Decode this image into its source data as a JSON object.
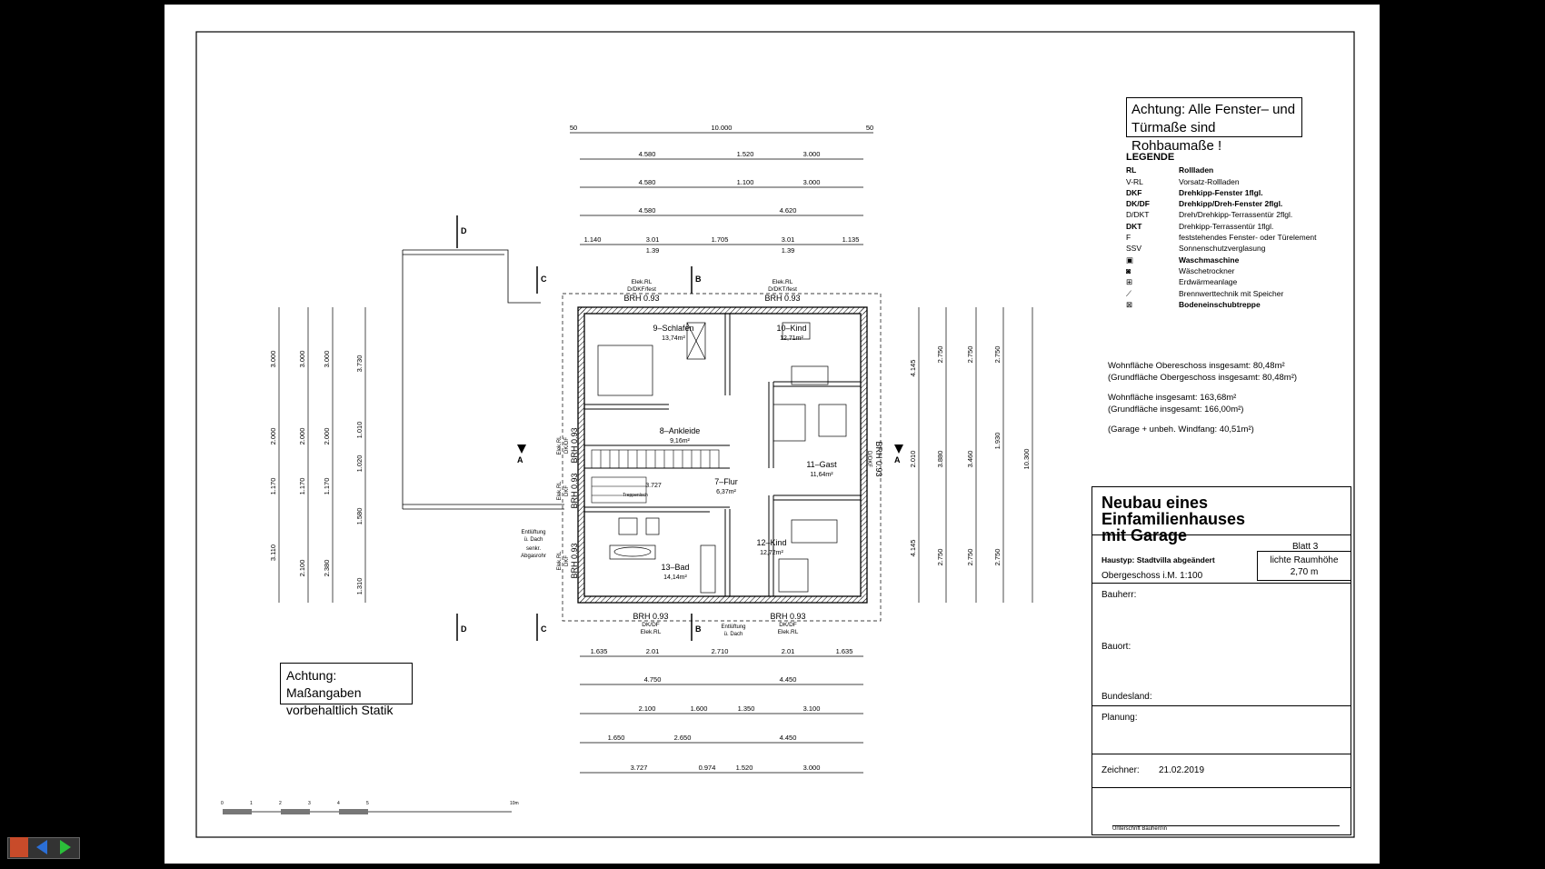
{
  "notes": {
    "top": [
      "Achtung:  Alle Fenster–  und",
      "Türmaße  sind  Rohbaumaße  !"
    ],
    "bottom": [
      "Achtung:  Maßangaben",
      "vorbehaltlich  Statik"
    ]
  },
  "legend": {
    "title": "LEGENDE",
    "items": [
      {
        "code": "RL",
        "text": "Rollladen",
        "bold": true
      },
      {
        "code": "V-RL",
        "text": "Vorsatz-Rollladen",
        "bold": false
      },
      {
        "code": "DKF",
        "text": "Drehkipp-Fenster 1flgl.",
        "bold": true
      },
      {
        "code": "DK/DF",
        "text": "Drehkipp/Dreh-Fenster 2flgl.",
        "bold": true
      },
      {
        "code": "D/DKT",
        "text": "Dreh/Drehkipp-Terrassentür 2flgl.",
        "bold": false
      },
      {
        "code": "DKT",
        "text": "Drehkipp-Terrassentür 1flgl.",
        "bold": false
      },
      {
        "code": "F",
        "text": "feststehendes Fenster- oder Türelement",
        "bold": false
      },
      {
        "code": "SSV",
        "text": "Sonnenschutzverglasung",
        "bold": false
      },
      {
        "code": "",
        "text": "Waschmaschine",
        "bold": true
      },
      {
        "code": "",
        "text": "Wäschetrockner",
        "bold": false
      },
      {
        "code": "",
        "text": "Erdwärmeanlage",
        "bold": false
      },
      {
        "code": "",
        "text": "Brennwerttechnik mit Speicher",
        "bold": false
      },
      {
        "code": "",
        "text": "Bodeneinschubtreppe",
        "bold": true
      }
    ]
  },
  "area": {
    "l1": "Wohnfläche Obereschoss insgesamt: 80,48m²",
    "l2": "(Grundfläche Obergeschoss insgesamt: 80,48m²)",
    "l3": "Wohnfläche insgesamt: 163,68m²",
    "l4": "(Grundfläche insgesamt: 166,00m²)",
    "l5": "(Garage + unbeh. Windfang: 40,51m²)"
  },
  "titleblock": {
    "title1": "Neubau eines Einfamilienhauses",
    "title2": "mit Garage",
    "sheet": "Blatt 3",
    "haustyp": "Haustyp: Stadtvilla abgeändert",
    "floor": "Obergeschoss i.M. 1:100",
    "room_height_label": "lichte Raumhöhe",
    "room_height_value": "2,70 m",
    "bauherr": "Bauherr:",
    "bauort": "Bauort:",
    "bundesland": "Bundesland:",
    "planung": "Planung:",
    "zeichner": "Zeichner:",
    "date": "21.02.2019",
    "signature": "Unterschrift Bauherr/in"
  },
  "rooms": [
    {
      "name": "9–Schlafen",
      "area": "13,74m²"
    },
    {
      "name": "10–Kind",
      "area": "12,71m²"
    },
    {
      "name": "8–Ankleide",
      "area": "9,16m²"
    },
    {
      "name": "7–Flur",
      "area": "6,37m²"
    },
    {
      "name": "11–Gast",
      "area": "11,64m²"
    },
    {
      "name": "12–Kind",
      "area": "12,72m²"
    },
    {
      "name": "13–Bad",
      "area": "14,14m²"
    }
  ],
  "window_labels": {
    "top_left": [
      "Elek.RL",
      "D/DKF/fest",
      "BRH  0.93"
    ],
    "top_right": [
      "Elek.RL",
      "D/DKT/fest",
      "BRH  0.93"
    ],
    "bottom_left": [
      "BRH  0.93",
      "DK/DF",
      "Elek.RL"
    ],
    "bottom_right": [
      "BRH  0.93",
      "DK/DF",
      "Elek.RL"
    ],
    "left_upper": [
      "Elek.RL",
      "DK/DF",
      "BRH  0.93"
    ],
    "left_mid": [
      "Elek.RL",
      "DKF",
      "BRH  0.93"
    ],
    "left_lower": [
      "Elek.RL",
      "DKF",
      "BRH  0.93"
    ],
    "right": [
      "BRH  0.93",
      "D/DKF"
    ],
    "vent_left": [
      "Entlüftung",
      "ü. Dach",
      "senkr.",
      "Abgasrohr"
    ],
    "vent_bottom": [
      "Entlüftung",
      "ü. Dach"
    ],
    "treppenloch": "Treppenloch"
  },
  "dims": {
    "top_total": "10.000",
    "top_50": "50",
    "top_r1": [
      "4.580",
      "1.520",
      "3.000"
    ],
    "top_r2": [
      "4.580",
      "1.100",
      "3.000"
    ],
    "top_r3": [
      "4.580",
      "4.620"
    ],
    "top_r4": [
      "1.140",
      "3.01",
      "1.705",
      "3.01",
      "1.135"
    ],
    "top_r4_sub": "1.39",
    "bot_r1": [
      "1.635",
      "2.01",
      "2.710",
      "2.01",
      "1.635"
    ],
    "bot_r2": [
      "4.750",
      "4.450"
    ],
    "bot_r3": [
      "2.100",
      "1.600",
      "1.350",
      "3.100"
    ],
    "bot_r4": [
      "1.650",
      "2.650",
      "4.450"
    ],
    "bot_r5": [
      "3.727",
      "0.974",
      "1.520",
      "3.000"
    ],
    "left_vals": [
      "3.000",
      "2.000",
      "1.170",
      "3.110",
      "2.100",
      "3.730",
      "1.010",
      "1.020",
      "1.580",
      "1.310",
      "2.380"
    ],
    "right_vals": [
      "4.145",
      "4.145",
      "2.750",
      "3.880",
      "3.460",
      "1.930",
      "10.300",
      "2.010"
    ],
    "stair": "3.727"
  },
  "section_marks": [
    "A",
    "A",
    "B",
    "B",
    "C",
    "C",
    "D",
    "D"
  ],
  "scale_bar": [
    "0",
    "1",
    "2",
    "3",
    "4",
    "5",
    "10m"
  ]
}
